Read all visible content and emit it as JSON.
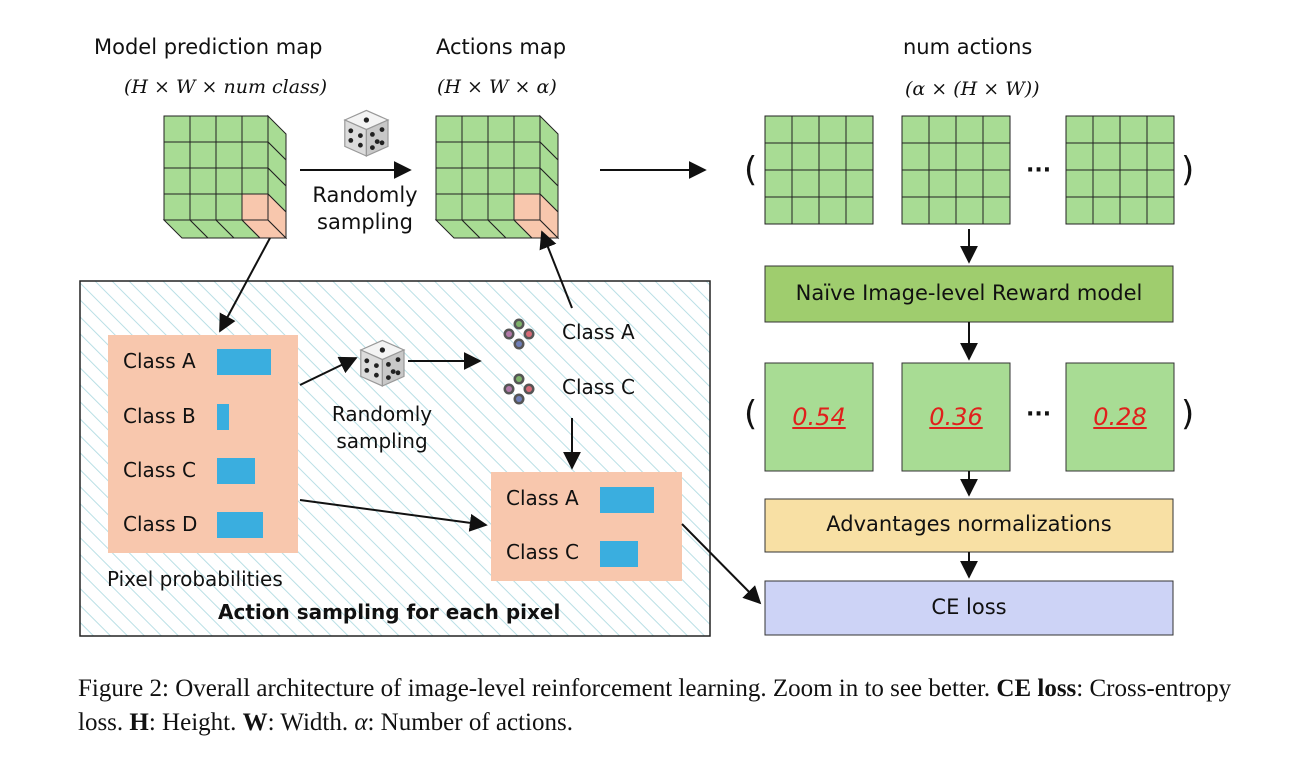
{
  "labels": {
    "model_prediction_map": "Model prediction map",
    "model_prediction_dims": "(H × W × num class)",
    "actions_map": "Actions map",
    "actions_map_dims": "(H × W × α)",
    "num_actions": "num actions",
    "num_actions_dims": "(α × (H × W))",
    "randomly_sampling_top_1": "Randomly",
    "randomly_sampling_top_2": "sampling",
    "randomly_sampling_inner_1": "Randomly",
    "randomly_sampling_inner_2": "sampling",
    "ellipsis_top": "···",
    "ellipsis_bottom": "···",
    "paren_open": "(",
    "paren_close": ")"
  },
  "pixel_probabilities": {
    "caption": "Pixel probabilities",
    "classes": [
      {
        "label": "Class A",
        "value": 0.59
      },
      {
        "label": "Class B",
        "value": 0.13
      },
      {
        "label": "Class C",
        "value": 0.41
      },
      {
        "label": "Class D",
        "value": 0.5
      }
    ]
  },
  "sampled_classes": [
    "Class A",
    "Class C"
  ],
  "selected_classes": {
    "classes": [
      {
        "label": "Class A",
        "value": 0.59
      },
      {
        "label": "Class C",
        "value": 0.41
      }
    ]
  },
  "action_sampling_title": "Action sampling for each pixel",
  "pipeline": {
    "reward_model": "Naïve Image-level Reward model",
    "scores": [
      "0.54",
      "0.36",
      "0.28"
    ],
    "advantages": "Advantages normalizations",
    "ce_loss": "CE loss"
  },
  "colors": {
    "grid_green": "#a8dc94",
    "box_green": "#9fcd6e",
    "salmon": "#f8c7ad",
    "bar_blue": "#3aaedf",
    "yellow": "#f8e0a4",
    "lavender": "#cdd3f6",
    "score_red": "#e0201c"
  },
  "caption": {
    "figure": "Figure 2:",
    "text1": " Overall architecture of image-level reinforcement learning. Zoom in to see better. ",
    "ce_bold": "CE loss",
    "text2": ": Cross-entropy loss. ",
    "h_bold": "H",
    "text3": ": Height. ",
    "w_bold": "W",
    "text4": ": Width. ",
    "alpha": "α",
    "text5": ": Number of actions."
  }
}
